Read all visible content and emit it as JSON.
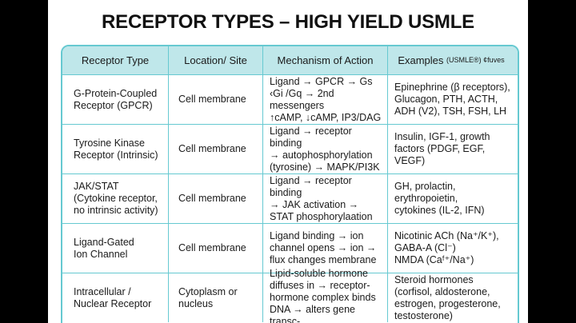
{
  "title": "RECEPTOR TYPES – HIGH YIELD USMLE",
  "headers": {
    "type": "Receptor Type",
    "location": "Location/ Site",
    "mechanism": "Mechanism of Action",
    "examples_main": "Examples ",
    "examples_small": "(USMLE®) ¢fuves"
  },
  "rows": [
    {
      "type": "G-Protein-Coupled\nReceptor (GPCR)",
      "location": "Cell membrane",
      "mechanism": "Ligand → GPCR → Gs\n‹Gi /Gq → 2nd messengers\n↑cAMP, ↓cAMP, IP3/DAG",
      "examples": "Epinephrine (β receptors),\nGlucagon, PTH, ACTH,\nADH (V2), TSH, FSH, LH"
    },
    {
      "type": "Tyrosine Kinase\nReceptor (Intrinsic)",
      "location": "Cell membrane",
      "mechanism": "Ligand → receptor binding\n→ autophosphorylation\n(tyrosine) → MAPK/PI3K",
      "examples": "Insulin, IGF-1, growth\nfactors (PDGF, EGF, VEGF)"
    },
    {
      "type": "JAK/STAT\n(Cytokine receptor,\nno intrinsic activity)",
      "location": "Cell membrane",
      "mechanism": "Ligand → receptor binding\n→ JAK activation →\nSTAT phosphorylaation",
      "examples": "GH, prolactin,\nerythropoietin,\ncytokines (IL-2, IFN)"
    },
    {
      "type": "Ligand-Gated\nIon Channel",
      "location": "Cell membrane",
      "mechanism": "Ligand binding → ion\nchannel opens → ion →\nflux changes membrane",
      "examples": "Nicotinic ACh (Na⁺/K⁺),\nGABA-A (Cl⁻)\nNMDA (Caᶠ⁺/Na⁺)"
    },
    {
      "type": "Intracellular /\nNuclear Receptor",
      "location": "Cytoplasm or\nnucleus",
      "mechanism": "Lipid-soluble hormone\ndiffuses in → receptor-\nhormone complex binds\nDNA → alters gene transc-",
      "examples": "Steroid hormones\n(corfisol, aldosterone,\nestrogen, progesterone,\ntestosterone)"
    }
  ]
}
